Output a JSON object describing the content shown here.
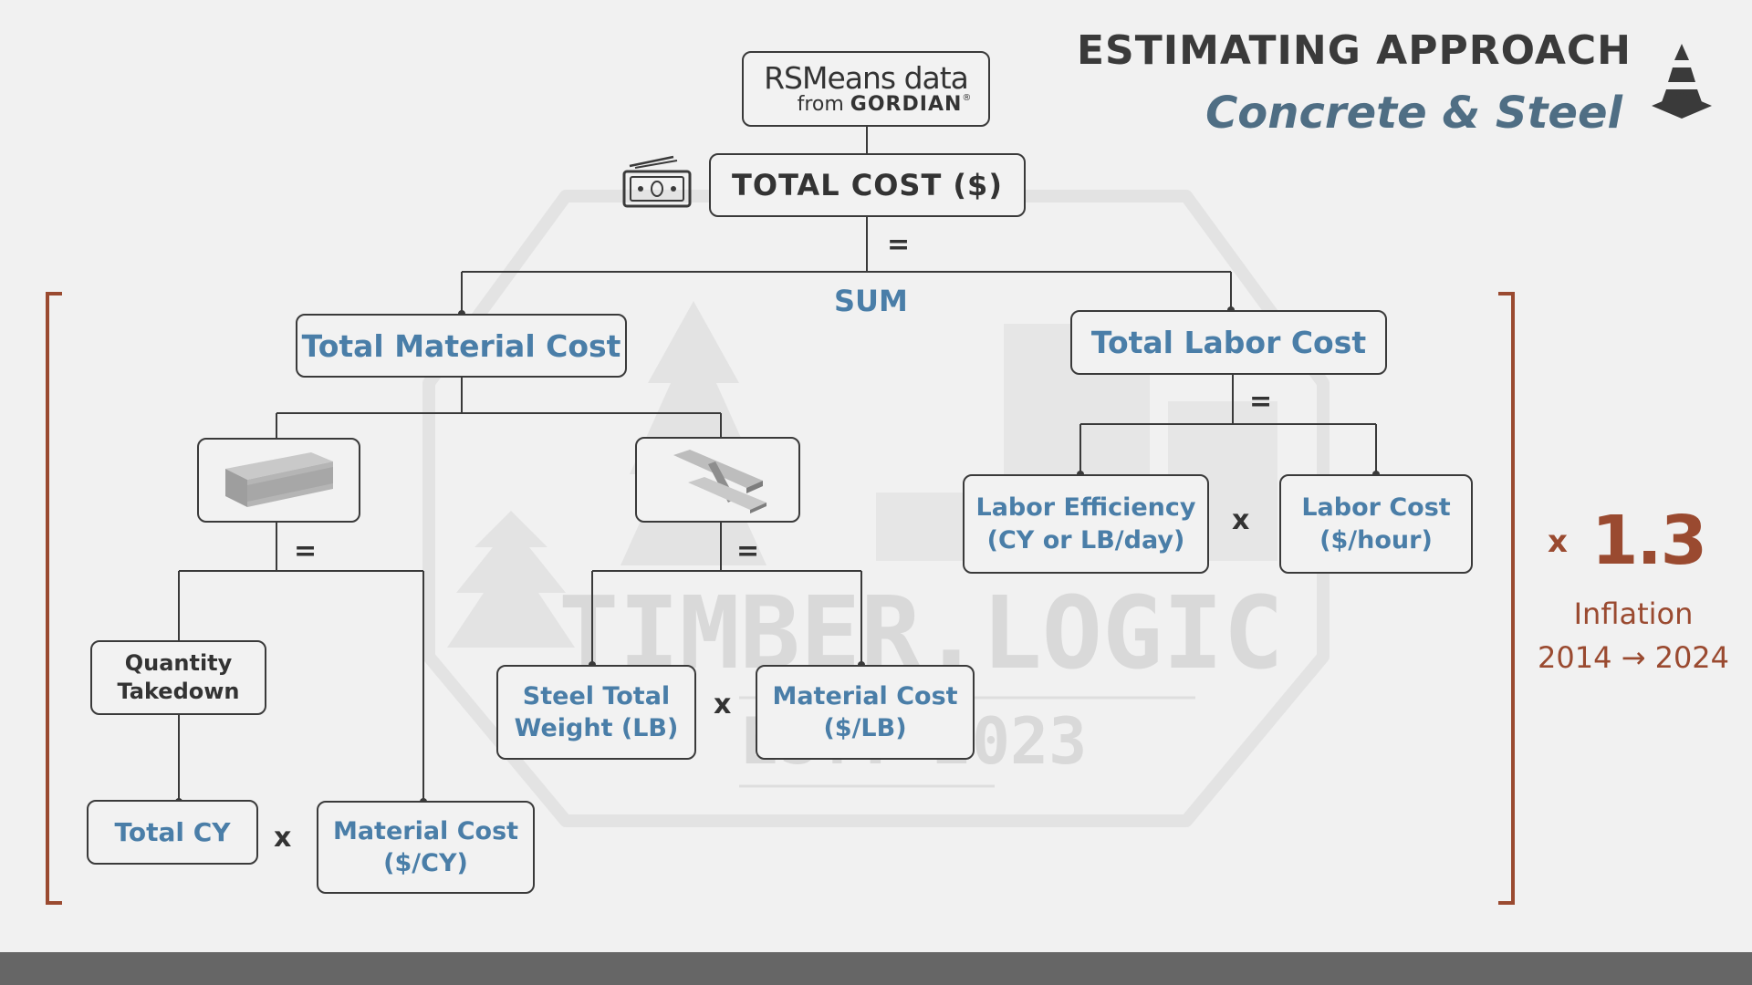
{
  "header": {
    "title": "ESTIMATING APPROACH",
    "subtitle": "Concrete & Steel"
  },
  "logo": {
    "line1": "RSMeans data",
    "line2_prefix": "from",
    "line2_brand": "GORDIAN",
    "registered": "®"
  },
  "watermark": {
    "brand": "TIMBER.LOGIC",
    "est": "EST. 2023"
  },
  "nodes": {
    "total_cost": "TOTAL COST ($)",
    "sum": "SUM",
    "total_material": "Total Material Cost",
    "total_labor": "Total Labor Cost",
    "qty_takedown_1": "Quantity",
    "qty_takedown_2": "Takedown",
    "total_cy": "Total CY",
    "material_cost_cy_1": "Material Cost",
    "material_cost_cy_2": "($/CY)",
    "steel_weight_1": "Steel Total",
    "steel_weight_2": "Weight (LB)",
    "material_cost_lb_1": "Material Cost",
    "material_cost_lb_2": "($/LB)",
    "labor_eff_1": "Labor Efficiency",
    "labor_eff_2": "(CY or LB/day)",
    "labor_cost_1": "Labor Cost",
    "labor_cost_2": "($/hour)"
  },
  "operators": {
    "equals": "=",
    "times": "x"
  },
  "multiplier": {
    "prefix": "x",
    "value": "1.3",
    "label1": "Inflation",
    "label2": "2014 → 2024"
  },
  "icons": [
    "money-icon",
    "concrete-beam-icon",
    "steel-beam-icon",
    "traffic-cone-icon"
  ],
  "colors": {
    "accent_blue": "#4a7ea8",
    "bracket_rust": "#9a4a30",
    "title_slate": "#4f6e84",
    "footer_gray": "#666666"
  }
}
